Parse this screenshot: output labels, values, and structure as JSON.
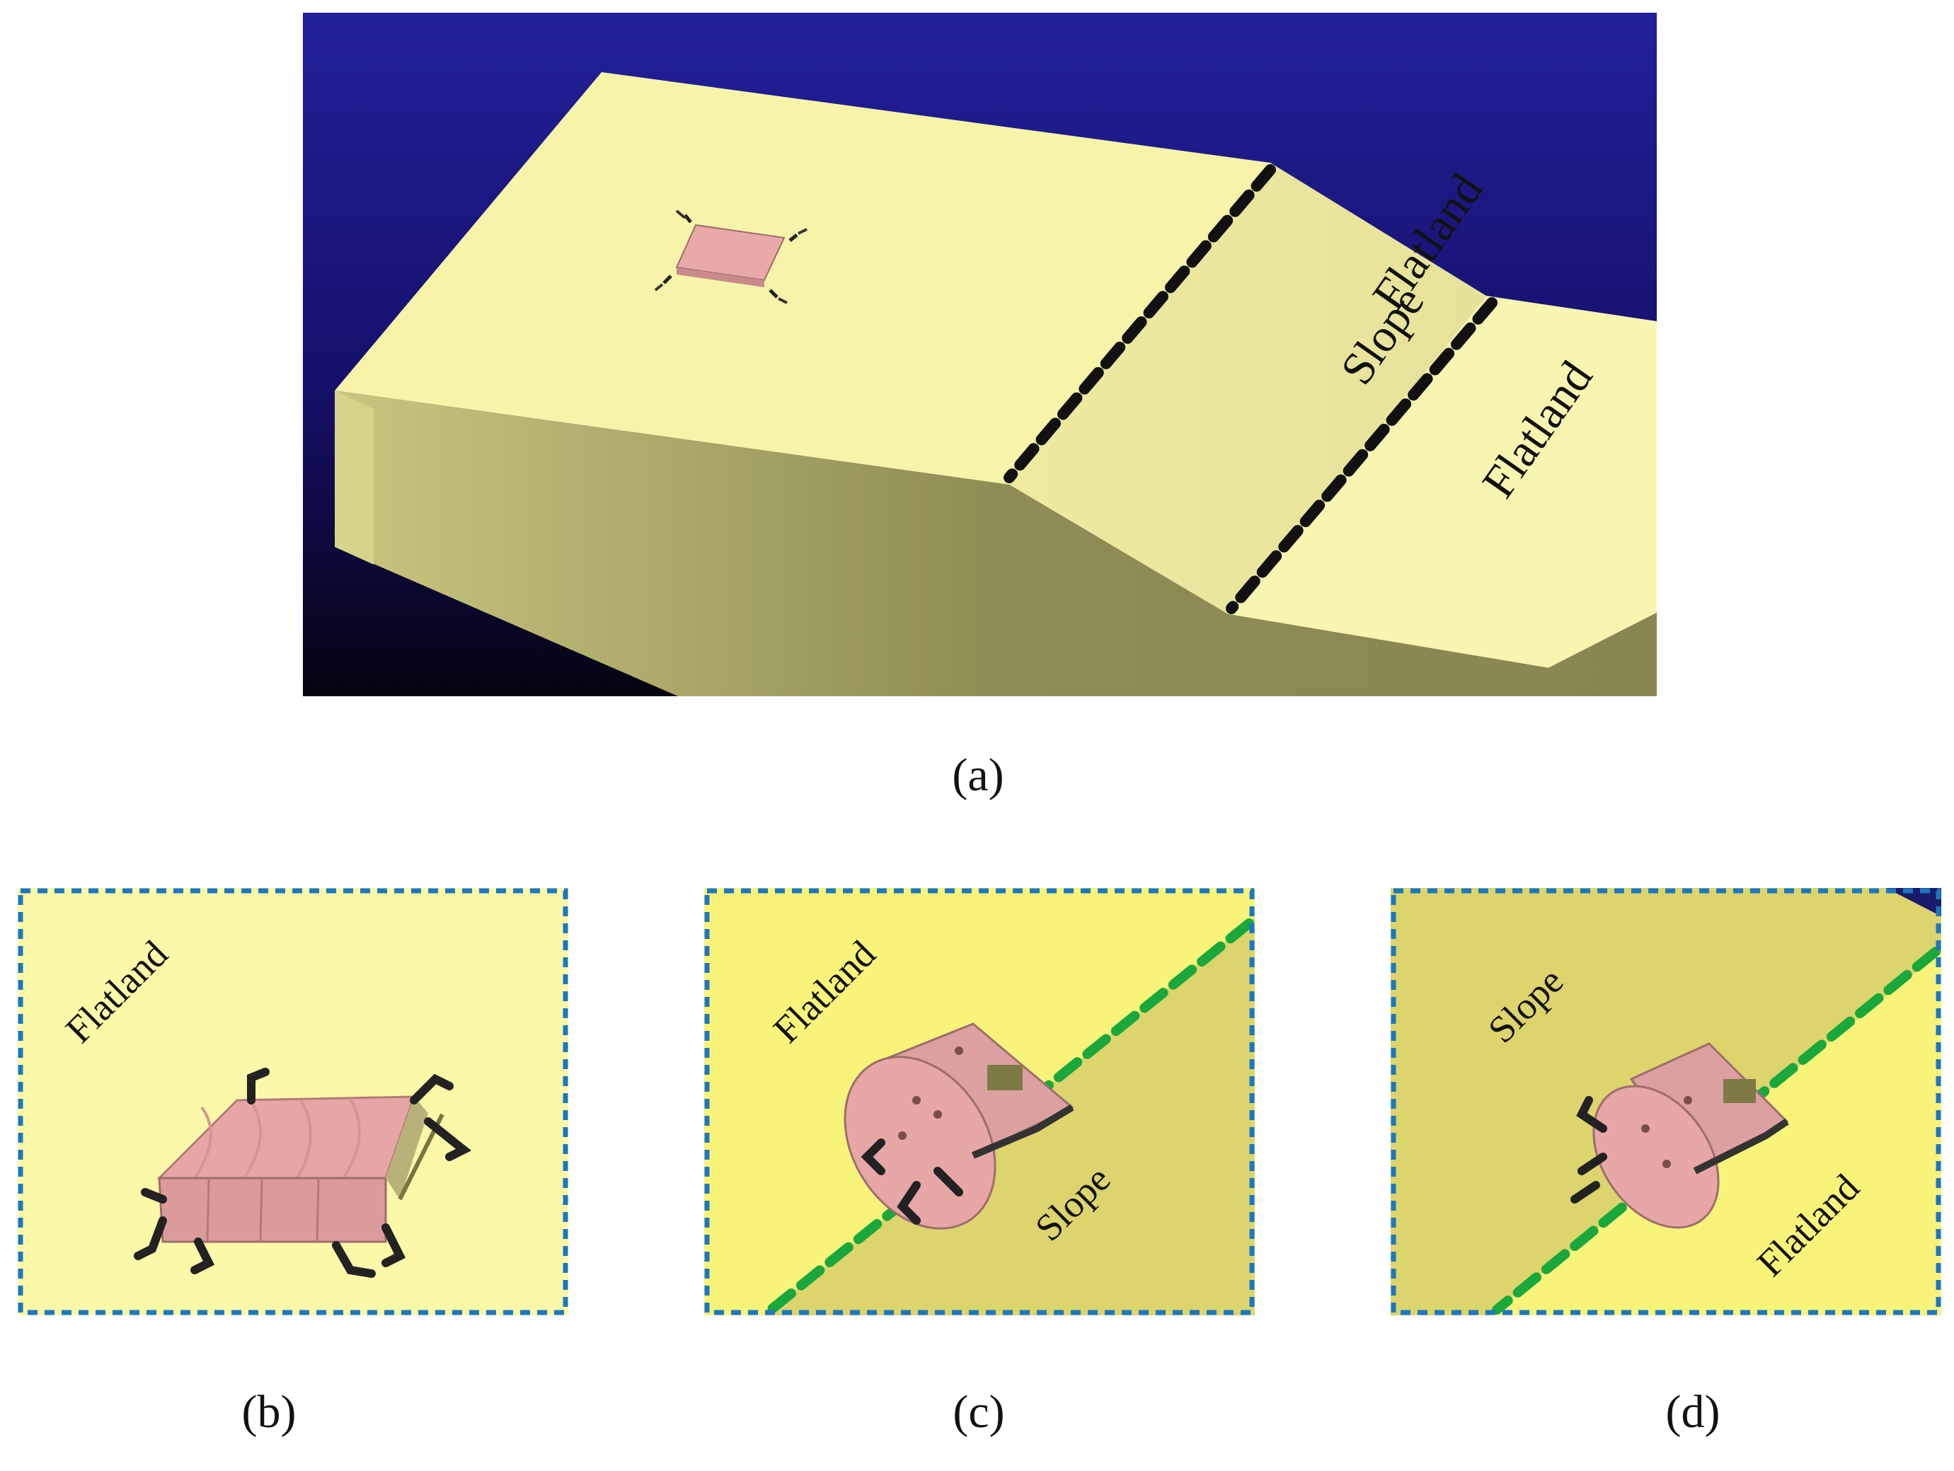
{
  "panel_a": {
    "caption": "(a)",
    "labels": {
      "flatland_top": "Flatland",
      "slope": "Slope",
      "flatland_right": "Flatland"
    },
    "colors": {
      "sky_top": "#1f1a8f",
      "sky_bottom": "#070418",
      "terrain_top": "#f6f3a6",
      "terrain_side": "#8c8a55",
      "boundary": "#111111"
    }
  },
  "panel_b": {
    "caption": "(b)",
    "labels": {
      "flatland": "Flatland"
    }
  },
  "panel_c": {
    "caption": "(c)",
    "labels": {
      "flatland": "Flatland",
      "slope": "Slope"
    }
  },
  "panel_d": {
    "caption": "(d)",
    "labels": {
      "slope": "Slope",
      "flatland": "Flatland"
    }
  },
  "colors": {
    "panel_border": "#1b78c0",
    "boundary_green": "#1aa83c",
    "robot_pink": "#e9a8a8",
    "robot_legs": "#222222"
  }
}
